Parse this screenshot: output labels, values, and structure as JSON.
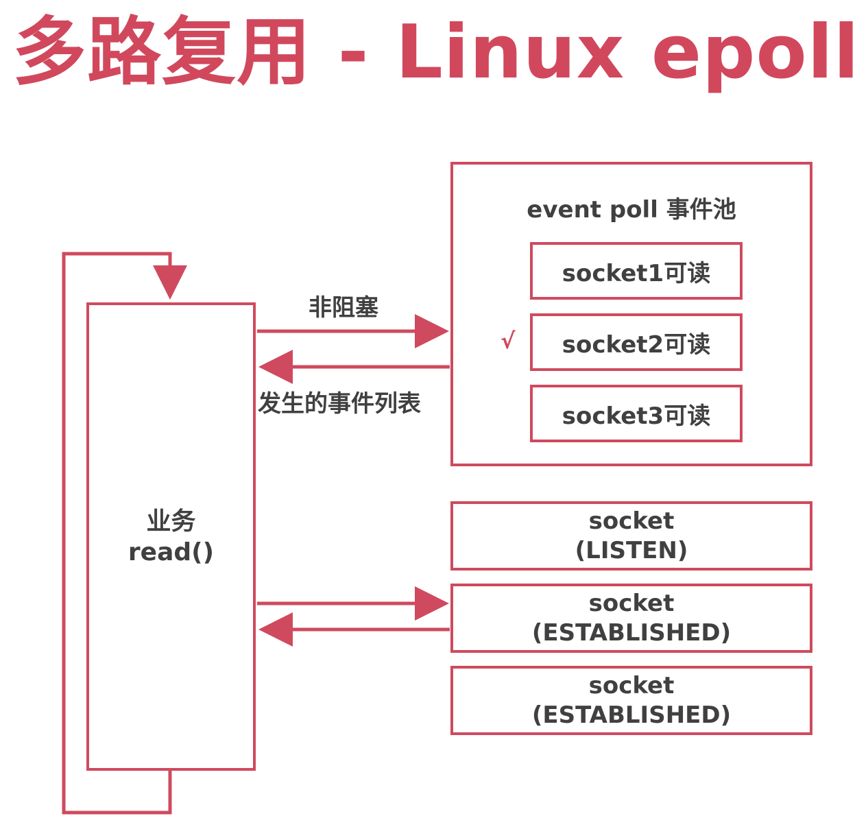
{
  "title": "多路复用 - Linux epoll",
  "client": {
    "label_line1": "业务",
    "label_line2": "read()"
  },
  "edges": {
    "nonblocking": "非阻塞",
    "event_list": "发生的事件列表"
  },
  "event_poll": {
    "title": "event poll 事件池",
    "items": [
      {
        "label": "socket1可读"
      },
      {
        "label": "socket2可读",
        "mark": "√"
      },
      {
        "label": "socket3可读"
      }
    ]
  },
  "sockets": [
    {
      "line1": "socket",
      "line2": "(LISTEN)"
    },
    {
      "line1": "socket",
      "line2": "(ESTABLISHED)"
    },
    {
      "line1": "socket",
      "line2": "(ESTABLISHED)"
    }
  ],
  "colors": {
    "accent": "#d1485d",
    "text": "#404040",
    "background": "#ffffff"
  }
}
